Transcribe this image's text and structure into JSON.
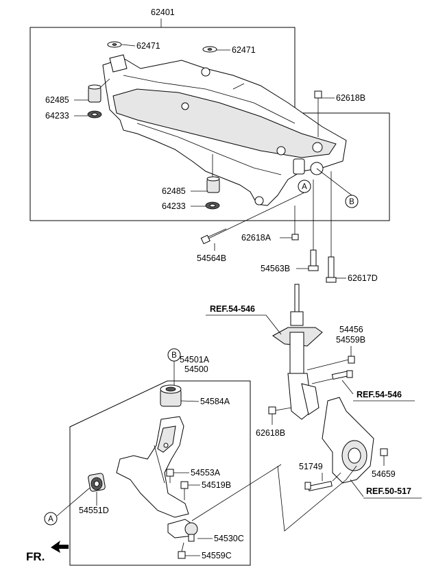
{
  "colors": {
    "line": "#000000",
    "part_fill": "#ffffff",
    "shade": "#e6e6e6",
    "dark": "#555555"
  },
  "labels": {
    "p62401": "62401",
    "p62471_left": "62471",
    "p62471_right": "62471",
    "p62485_upper": "62485",
    "p64233_upper": "64233",
    "p62618B_top": "62618B",
    "p62485_lower": "62485",
    "p64233_lower": "64233",
    "p62618A": "62618A",
    "p54564B": "54564B",
    "p54563B": "54563B",
    "p62617D": "62617D",
    "p54456": "54456",
    "p54559B": "54559B",
    "p54501A": "54501A",
    "p54500": "54500",
    "p54584A": "54584A",
    "p62618B_bottom": "62618B",
    "p51749": "51749",
    "p54659": "54659",
    "p54553A": "54553A",
    "p54519B": "54519B",
    "p54551D": "54551D",
    "p54530C": "54530C",
    "p54559C": "54559C"
  },
  "refs": {
    "ref_top": "REF.54-546",
    "ref_mid": "REF.54-546",
    "ref_bottom": "REF.50-517"
  },
  "callouts": {
    "a_upper": "A",
    "b_upper": "B",
    "b_lower": "B",
    "a_lower": "A"
  },
  "fr_label": "FR."
}
